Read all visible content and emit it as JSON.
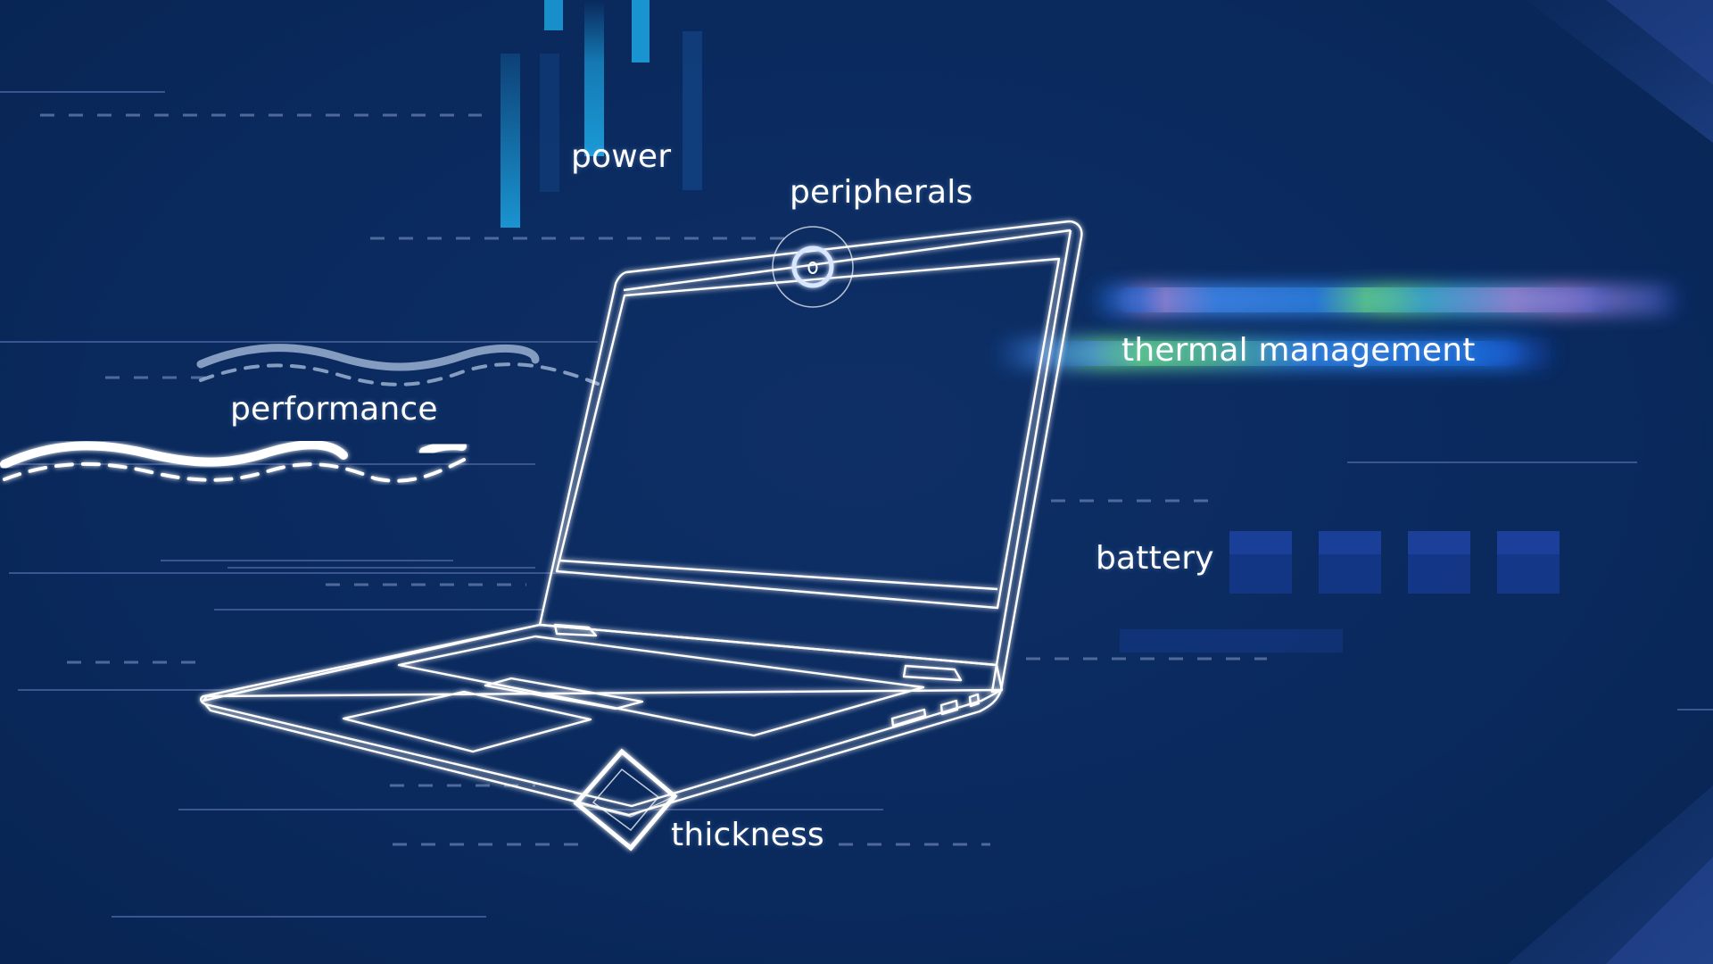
{
  "labels": {
    "power": "power",
    "peripherals": "peripherals",
    "thermal": "thermal management",
    "performance": "performance",
    "battery": "battery",
    "thickness": "thickness"
  },
  "colors": {
    "background": "#0a2a5e",
    "line": "#ffffff",
    "accent_blue": "#1a9ad6",
    "accent_green": "#5cc98a",
    "accent_purple": "#9a7fd0",
    "dash": "#4f6a9a"
  },
  "icons": {
    "laptop": "laptop-outline",
    "webcam": "webcam-icon",
    "thickness": "diamond-layers-icon"
  }
}
